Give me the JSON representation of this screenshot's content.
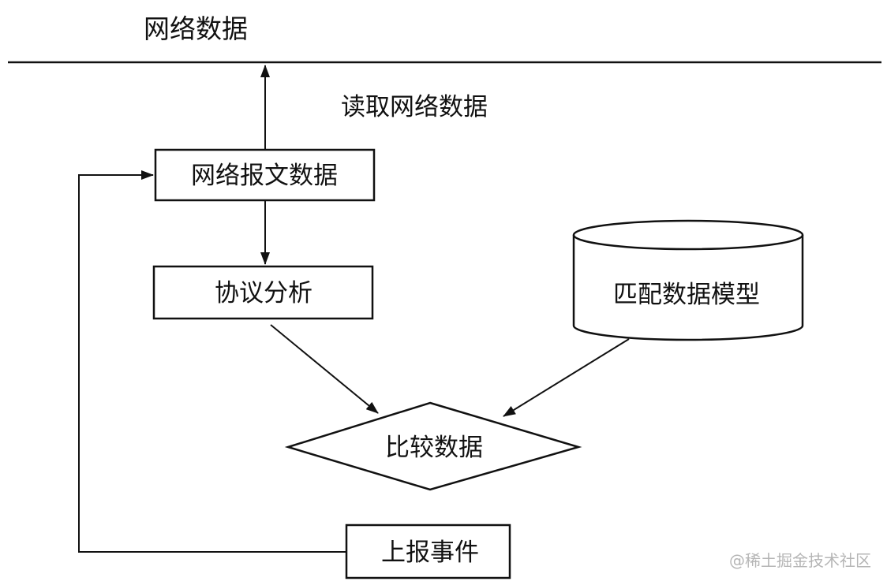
{
  "diagram": {
    "network_label": "网络数据",
    "read_label": "读取网络数据",
    "nodes": {
      "packet": "网络报文数据",
      "protocol": "协议分析",
      "model": "匹配数据模型",
      "compare": "比较数据",
      "report": "上报事件"
    }
  },
  "watermark": {
    "text": "@稀土掘金技术社区"
  }
}
